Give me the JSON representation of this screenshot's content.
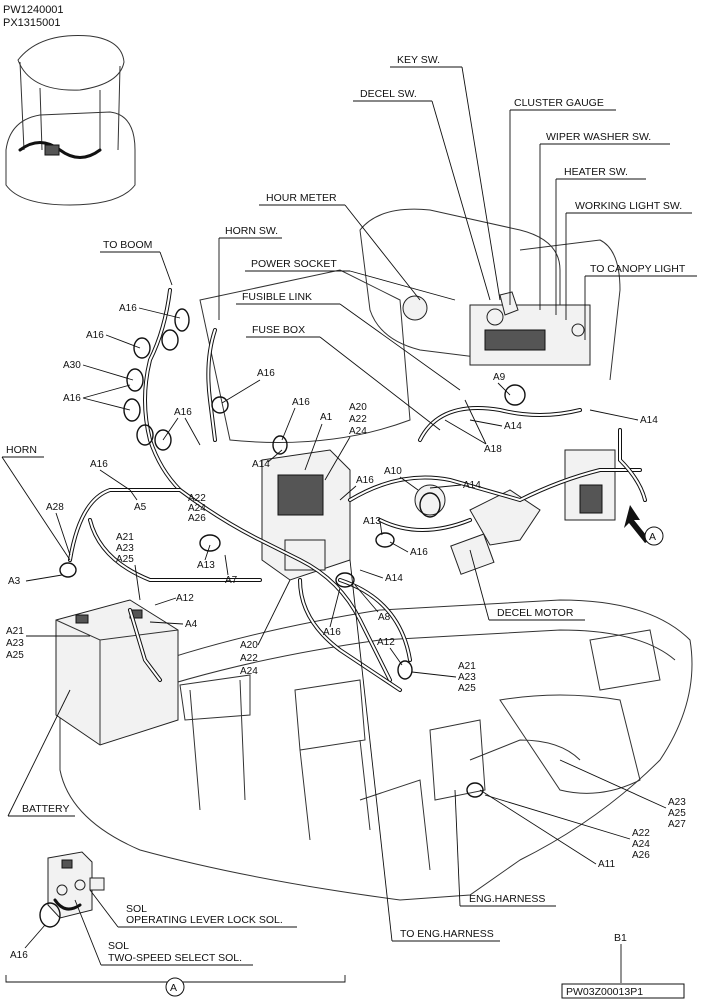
{
  "header": {
    "codes": [
      "PW1240001",
      "PX1315001"
    ]
  },
  "callouts": {
    "key_sw": "KEY SW.",
    "decel_sw": "DECEL SW.",
    "cluster_gauge": "CLUSTER GAUGE",
    "wiper_washer_sw": "WIPER WASHER SW.",
    "heater_sw": "HEATER SW.",
    "working_light_sw": "WORKING LIGHT SW.",
    "hour_meter": "HOUR METER",
    "to_canopy_light": "TO CANOPY LIGHT",
    "horn_sw": "HORN SW.",
    "to_boom": "TO BOOM",
    "power_socket": "POWER SOCKET",
    "fusible_link": "FUSIBLE LINK",
    "fuse_box": "FUSE BOX",
    "horn": "HORN",
    "decel_motor": "DECEL MOTOR",
    "battery": "BATTERY",
    "eng_harness": "ENG.HARNESS",
    "to_eng_harness": "TO ENG.HARNESS",
    "sol": "SOL",
    "operating_lever_lock_sol": "OPERATING LEVER LOCK SOL.",
    "two_speed_select_sol": "TWO-SPEED SELECT SOL."
  },
  "view_marker": "A",
  "sheet_code": "PW03Z00013P1",
  "sheet_ref": "B1",
  "refs": {
    "a16_boom": "A16",
    "a16_coil2": "A16",
    "a30": "A30",
    "a16_coil3": "A16",
    "a16_center": "A16",
    "a16_mid": "A16",
    "a16_hs": "A16",
    "a5": "A5",
    "a28": "A28",
    "a3": "A3",
    "a21_g1": "A21",
    "a23_g1": "A23",
    "a25_g1": "A25",
    "a12_l": "A12",
    "a4": "A4",
    "a21_g2": "A21",
    "a23_g2": "A23",
    "a25_g2": "A25",
    "a22_g3": "A22",
    "a24_g3": "A24",
    "a26_g3": "A26",
    "a13_l": "A13",
    "a7": "A7",
    "a14_fb": "A14",
    "a16_fb": "A16",
    "a1": "A1",
    "a20_g4": "A20",
    "a22_g4": "A22",
    "a24_g4": "A24",
    "a16_fb2": "A16",
    "a10": "A10",
    "a14_mid": "A14",
    "a13_r": "A13",
    "a16_r": "A16",
    "a14_low": "A14",
    "a8": "A8",
    "a16_low": "A16",
    "a20_g5": "A20",
    "a22_g5": "A22",
    "a24_g5": "A24",
    "a12_r": "A12",
    "a21_g6": "A21",
    "a23_g6": "A23",
    "a25_g6": "A25",
    "a9": "A9",
    "a14_dash": "A14",
    "a14_rt": "A14",
    "a18": "A18",
    "a23_g7": "A23",
    "a25_g7": "A25",
    "a27_g7": "A27",
    "a22_g8": "A22",
    "a24_g8": "A24",
    "a26_g8": "A26",
    "a11": "A11",
    "a16_sol": "A16"
  }
}
